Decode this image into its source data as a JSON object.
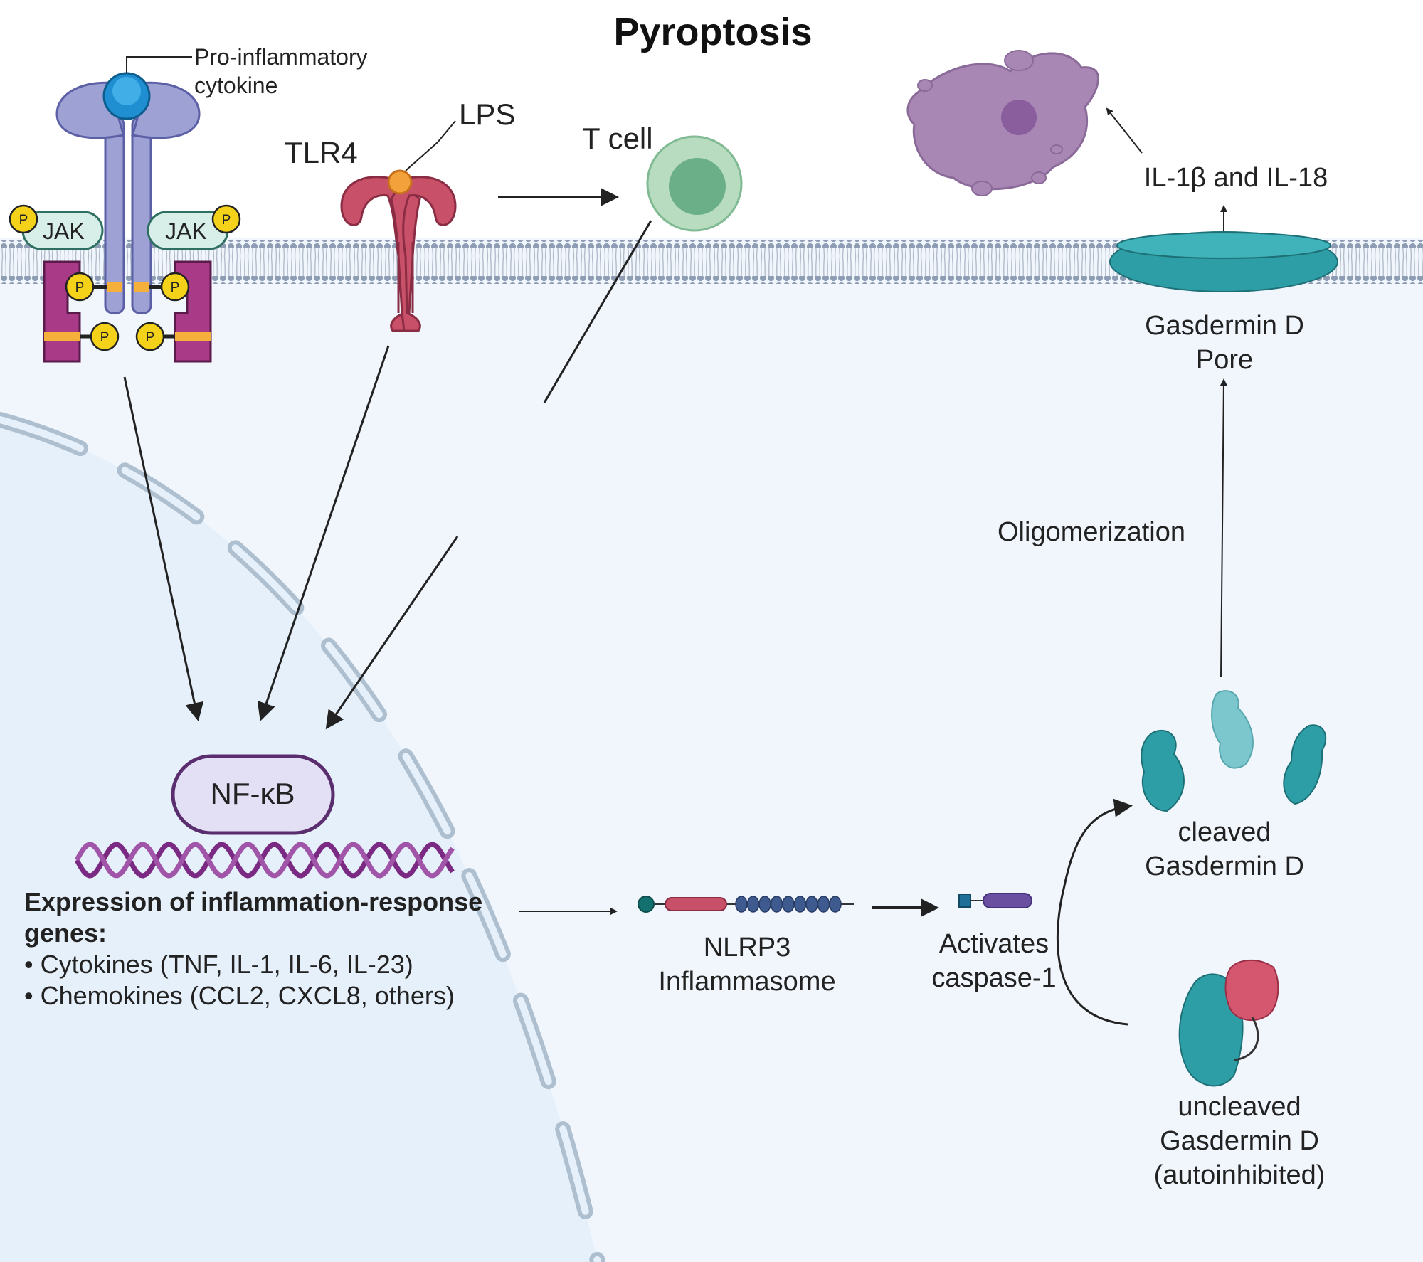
{
  "title": "Pyroptosis",
  "labels": {
    "cytokine": [
      "Pro-inflammatory",
      "cytokine"
    ],
    "jak_left": "JAK",
    "jak_right": "JAK",
    "phospho": "P",
    "tlr4": "TLR4",
    "lps": "LPS",
    "tcell": "T cell",
    "il": "IL-1β and IL-18",
    "pore": [
      "Gasdermin D",
      "Pore"
    ],
    "oligo": "Oligomerization",
    "cleaved": [
      "cleaved",
      "Gasdermin D"
    ],
    "uncleaved": [
      "uncleaved",
      "Gasdermin D",
      "(autoinhibited)"
    ],
    "nfkb": "NF-κB",
    "nlrp3": [
      "NLRP3",
      "Inflammasome"
    ],
    "caspase": [
      "Activates",
      "caspase-1"
    ],
    "genes": {
      "heading_1": "Expression of inflammation-response",
      "heading_2": "genes:",
      "item_1": "• Cytokines (TNF, IL-1, IL-6, IL-23)",
      "item_2": "• Chemokines (CCL2, CXCL8, others)"
    }
  },
  "colors": {
    "cytoplasm": "#f1f6fd",
    "nucleus": "#e6f0fa",
    "membrane_bead": "#8e9db3",
    "receptor": "#9ea1d4",
    "jak": "#d7efe8",
    "kinase_domain": "#a83a87",
    "phospho": "#f5d21a",
    "tlr4": "#c85068",
    "tcell_outer": "#b8dcc0",
    "tcell_inner": "#6aaf88",
    "gasdermin": "#2e9ea6",
    "dead_cell": "#a987b5",
    "nfkb_fill": "#e3e0f5",
    "nfkb_border": "#5a2e6e",
    "dna": "#7a2a82"
  }
}
